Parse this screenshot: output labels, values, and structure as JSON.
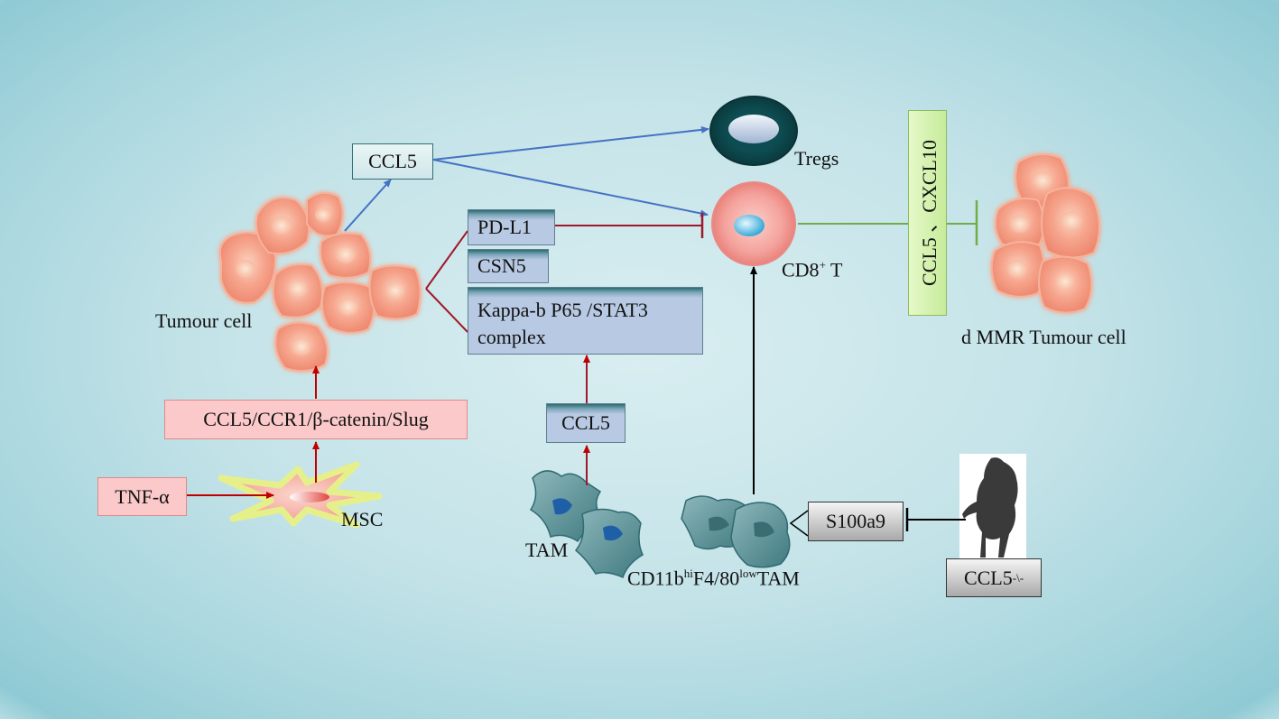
{
  "nodes": {
    "ccl5_top": "CCL5",
    "tregs": "Tregs",
    "tumour_cell": "Tumour cell",
    "pd_l1": "PD-L1",
    "csn5": "CSN5",
    "kappa_line1": "Kappa-b P65 /STAT3",
    "kappa_line2": "complex",
    "cd8_base": "CD8",
    "cd8_sup": "+",
    "cd8_suffix": " T",
    "ccl5_cxcl10": "CCL5 、CXCL10",
    "dmmr_tumour_cell": "d MMR Tumour cell",
    "ccl5_ccr1": "CCL5/CCR1/β-catenin/Slug",
    "ccl5_mid": "CCL5",
    "tnf_alpha": "TNF-α",
    "msc": "MSC",
    "tam": "TAM",
    "cd11b_a": "CD11b",
    "cd11b_sup1": "hi",
    "cd11b_b": "F4/80",
    "cd11b_sup2": "low",
    "cd11b_c": "TAM",
    "s100a9": "S100a9",
    "ccl5_ko_base": "CCL5",
    "ccl5_ko_sup": "-\\-"
  },
  "colors": {
    "blue_arrow": "#4472c4",
    "red_arrow": "#c00000",
    "dark_red_line": "#a0182a",
    "green_line": "#70ad47",
    "black_arrow": "#000000",
    "tumour_fill": "#f4a08a",
    "tregs_ring": "#0f4a4f",
    "cd8_fill": "#f7a09a",
    "tam_fill": "#4f8a90"
  },
  "icons": {
    "mouse": "mouse-silhouette-icon"
  }
}
